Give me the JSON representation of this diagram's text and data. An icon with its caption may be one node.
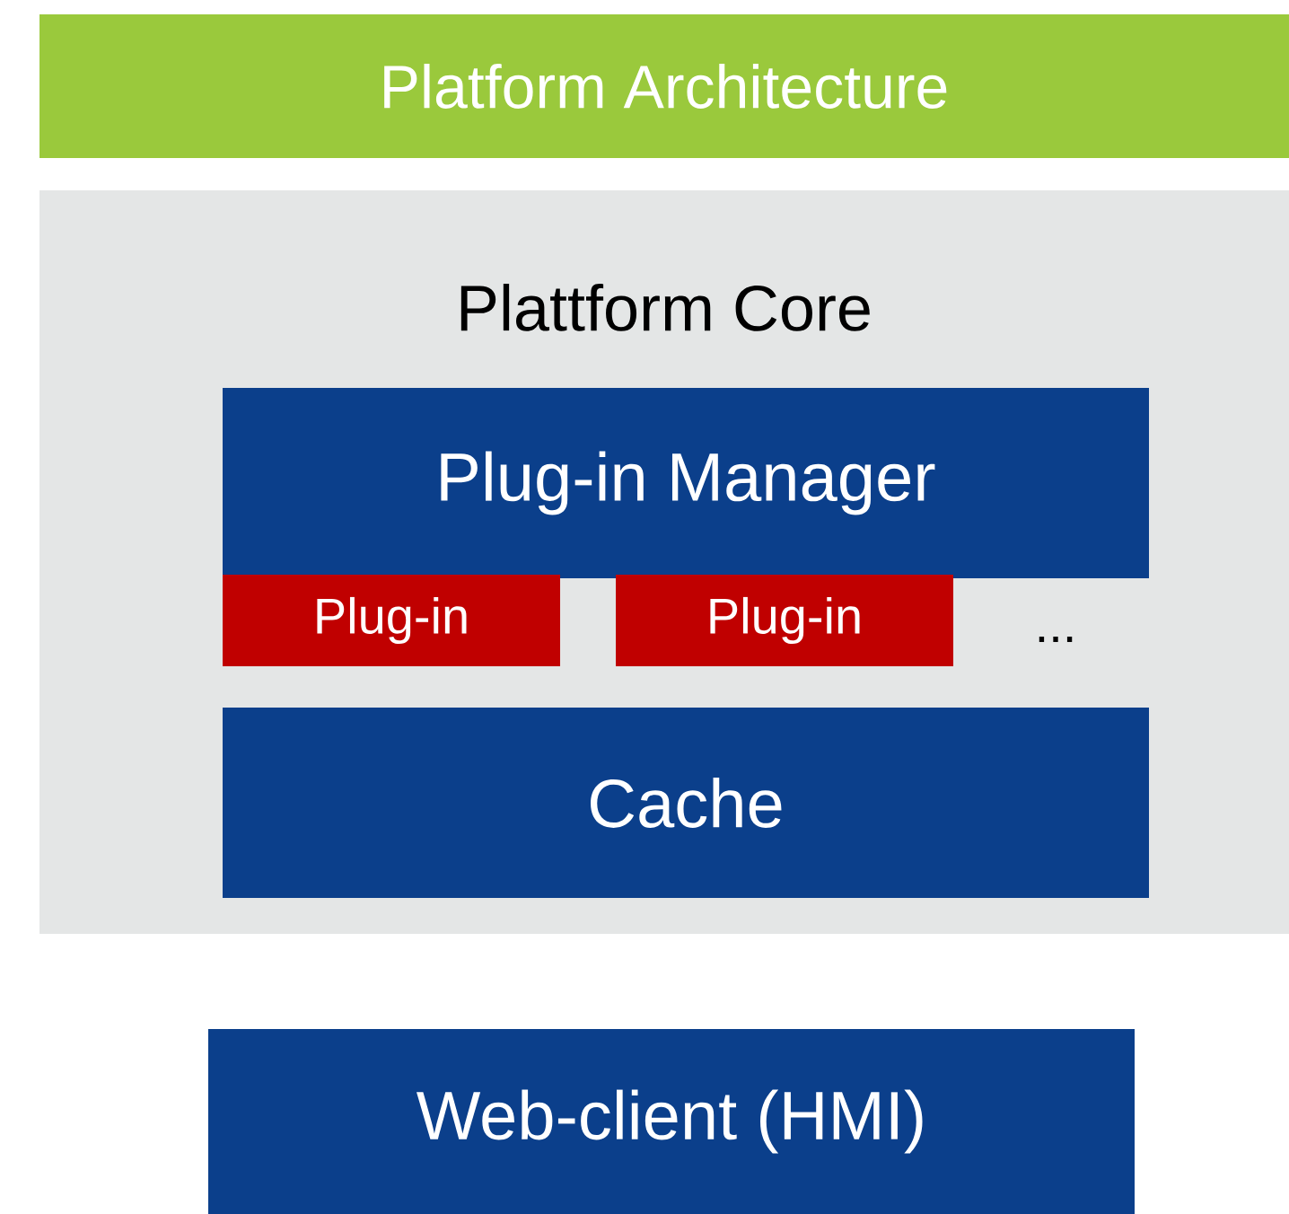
{
  "diagram": {
    "title": "Platform Architecture",
    "nodes": [
      {
        "text": [
          "Plattform Core"
        ]
      },
      {
        "text": [
          "Plug-in Manager"
        ],
        "in": 0
      },
      {
        "text": [
          "Plug-in"
        ],
        "in": 0
      },
      {
        "text": [
          "Plug-in"
        ],
        "in": 0
      },
      {
        "text": [
          "Cache"
        ],
        "in": 0
      },
      {
        "text": [
          "Web-client (HMI)"
        ]
      }
    ],
    "labels": [
      "..."
    ]
  }
}
